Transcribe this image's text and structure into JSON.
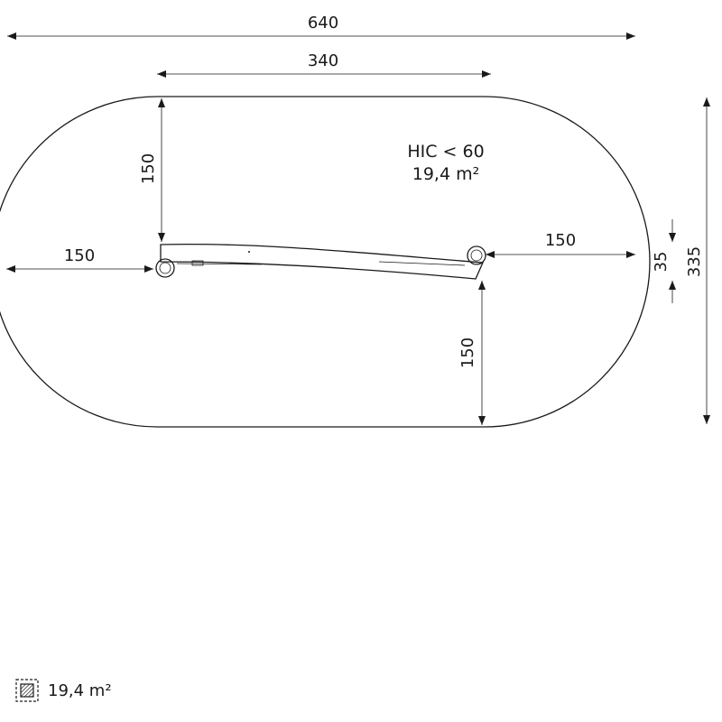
{
  "dimensions": {
    "total_length": "640",
    "beam_length": "340",
    "left_clearance_vertical": "150",
    "left_clearance_horizontal": "150",
    "right_clearance_horizontal": "150",
    "right_clearance_vertical": "150",
    "beam_width": "35",
    "total_width": "335"
  },
  "safety_zone": {
    "hic": "HIC < 60",
    "area": "19,4 m²"
  },
  "legend": {
    "icon": "hatched-area-icon",
    "area": "19,4 m²"
  },
  "colors": {
    "line": "#1a1a1a",
    "background": "#ffffff"
  }
}
